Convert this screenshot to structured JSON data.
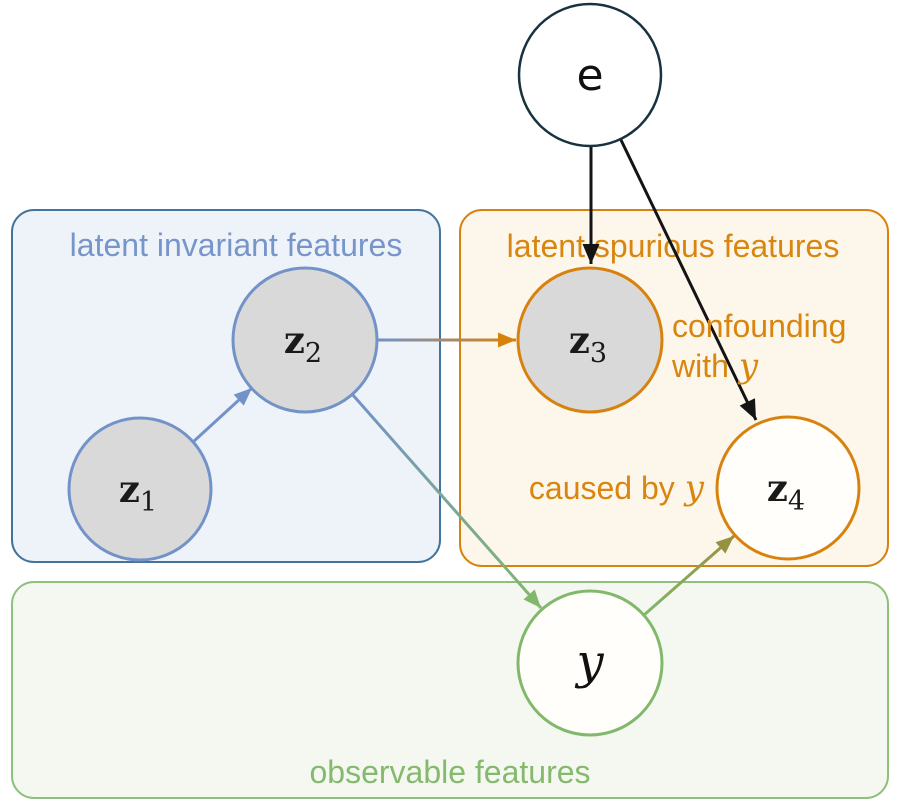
{
  "diagram": {
    "title_boxes": {
      "invariant": {
        "label": "latent invariant features"
      },
      "spurious": {
        "label": "latent spurious features"
      },
      "observable": {
        "label": "observable features"
      }
    },
    "nodes": {
      "e": {
        "label": "e"
      },
      "z1": {
        "main": "z",
        "sub": "1"
      },
      "z2": {
        "main": "z",
        "sub": "2"
      },
      "z3": {
        "main": "z",
        "sub": "3"
      },
      "z4": {
        "main": "z",
        "sub": "4"
      },
      "y": {
        "label": "y"
      }
    },
    "annotations": {
      "confounding_line1": "confounding",
      "confounding_line2_prefix": "with",
      "caused_prefix": "caused by",
      "math_y": "y"
    },
    "edges": [
      {
        "from": "z1",
        "to": "z2"
      },
      {
        "from": "z2",
        "to": "z3"
      },
      {
        "from": "z2",
        "to": "y"
      },
      {
        "from": "y",
        "to": "z4"
      },
      {
        "from": "e",
        "to": "z3"
      },
      {
        "from": "e",
        "to": "z4"
      }
    ],
    "colors": {
      "navy": "#18333f",
      "blue": "#7292c8",
      "blue_border": "#44749c",
      "blue_fill": "#eef3f9",
      "blue_text": "#7795ca",
      "orange": "#d8820e",
      "orange_fill": "#fdf6eb",
      "orange_text": "#d8860f",
      "green": "#8fc07d",
      "green_stroke": "#82b86c",
      "green_fill": "#f4f8f0",
      "green_text": "#85ba6e",
      "gray_fill": "#d9d9d9",
      "black": "#141414",
      "olive": "#949140",
      "white": "#ffffff",
      "node_white": "#fffefb"
    }
  }
}
